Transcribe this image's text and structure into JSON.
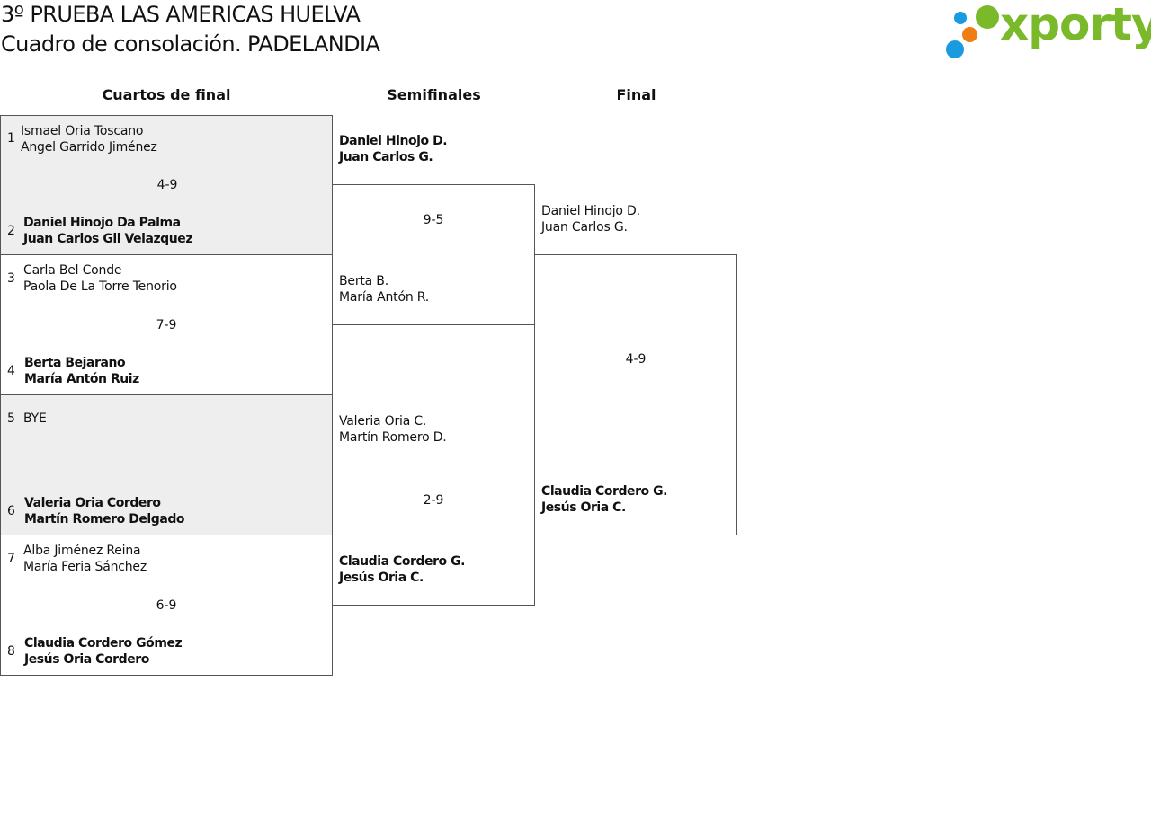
{
  "header": {
    "title_line1": "3º PRUEBA LAS AMERICAS HUELVA",
    "title_line2": "Cuadro de consolación. PADELANDIA"
  },
  "logo": {
    "text": "xporty",
    "colors": {
      "blue": "#1a9be0",
      "orange": "#f07c14",
      "green": "#7ab929"
    }
  },
  "rounds": {
    "quarterfinals": "Cuartos de final",
    "semifinals": "Semifinales",
    "final": "Final"
  },
  "quarterfinals": [
    {
      "top_seed": "1",
      "top_player1": "Ismael Oria Toscano",
      "top_player2": "Angel Garrido Jiménez",
      "score": "4-9",
      "bottom_seed": "2",
      "bottom_player1": "Daniel Hinojo Da Palma",
      "bottom_player2": "Juan Carlos Gil Velazquez"
    },
    {
      "top_seed": "3",
      "top_player1": "Carla Bel Conde",
      "top_player2": "Paola De La Torre Tenorio",
      "score": "7-9",
      "bottom_seed": "4",
      "bottom_player1": "Berta Bejarano",
      "bottom_player2": "María Antón Ruiz"
    },
    {
      "top_seed": "5",
      "top_player1": "BYE",
      "top_player2": "",
      "score": "",
      "bottom_seed": "6",
      "bottom_player1": "Valeria Oria Cordero",
      "bottom_player2": "Martín Romero Delgado"
    },
    {
      "top_seed": "7",
      "top_player1": "Alba Jiménez Reina",
      "top_player2": "María Feria Sánchez",
      "score": "6-9",
      "bottom_seed": "8",
      "bottom_player1": "Claudia Cordero Gómez",
      "bottom_player2": "Jesús Oria Cordero"
    }
  ],
  "semifinals": [
    {
      "top_player1": "Daniel Hinojo D.",
      "top_player2": "Juan Carlos G.",
      "score": "9-5",
      "bottom_player1": "Berta B.",
      "bottom_player2": "María Antón R."
    },
    {
      "top_player1": "Valeria Oria C.",
      "top_player2": "Martín Romero D.",
      "score": "2-9",
      "bottom_player1": "Claudia Cordero G.",
      "bottom_player2": "Jesús Oria C."
    }
  ],
  "final": {
    "top_player1": "Daniel Hinojo D.",
    "top_player2": "Juan Carlos G.",
    "score": "4-9",
    "bottom_player1": "Claudia Cordero G.",
    "bottom_player2": "Jesús Oria C."
  }
}
